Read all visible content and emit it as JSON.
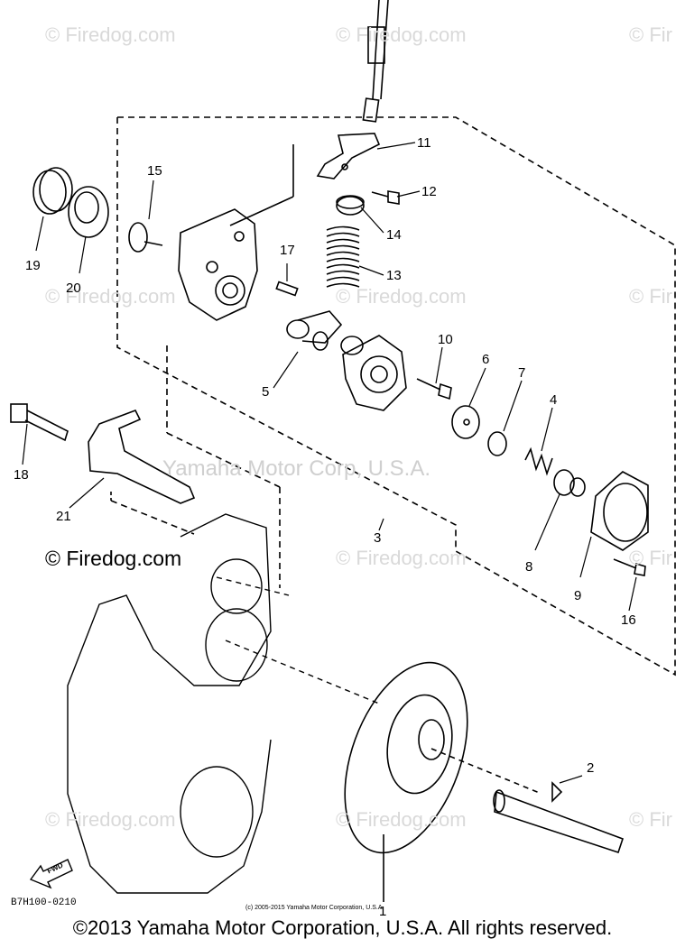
{
  "watermark": {
    "text": "© Firedog.com",
    "text_partial": "© Fir",
    "dark_text": "© Firedog.com",
    "center_text": "Yamaha Motor Corp, U.S.A."
  },
  "callouts": [
    "1",
    "2",
    "3",
    "4",
    "5",
    "6",
    "7",
    "8",
    "9",
    "10",
    "11",
    "12",
    "13",
    "14",
    "15",
    "16",
    "17",
    "18",
    "19",
    "20",
    "21"
  ],
  "drawing_code": "B7H100-0210",
  "small_copyright": "(c) 2005-2015 Yamaha Motor Corporation, U.S.A.",
  "footer_copyright": "©2013 Yamaha Motor Corporation, U.S.A. All rights reserved.",
  "fwd_label": "FWD"
}
